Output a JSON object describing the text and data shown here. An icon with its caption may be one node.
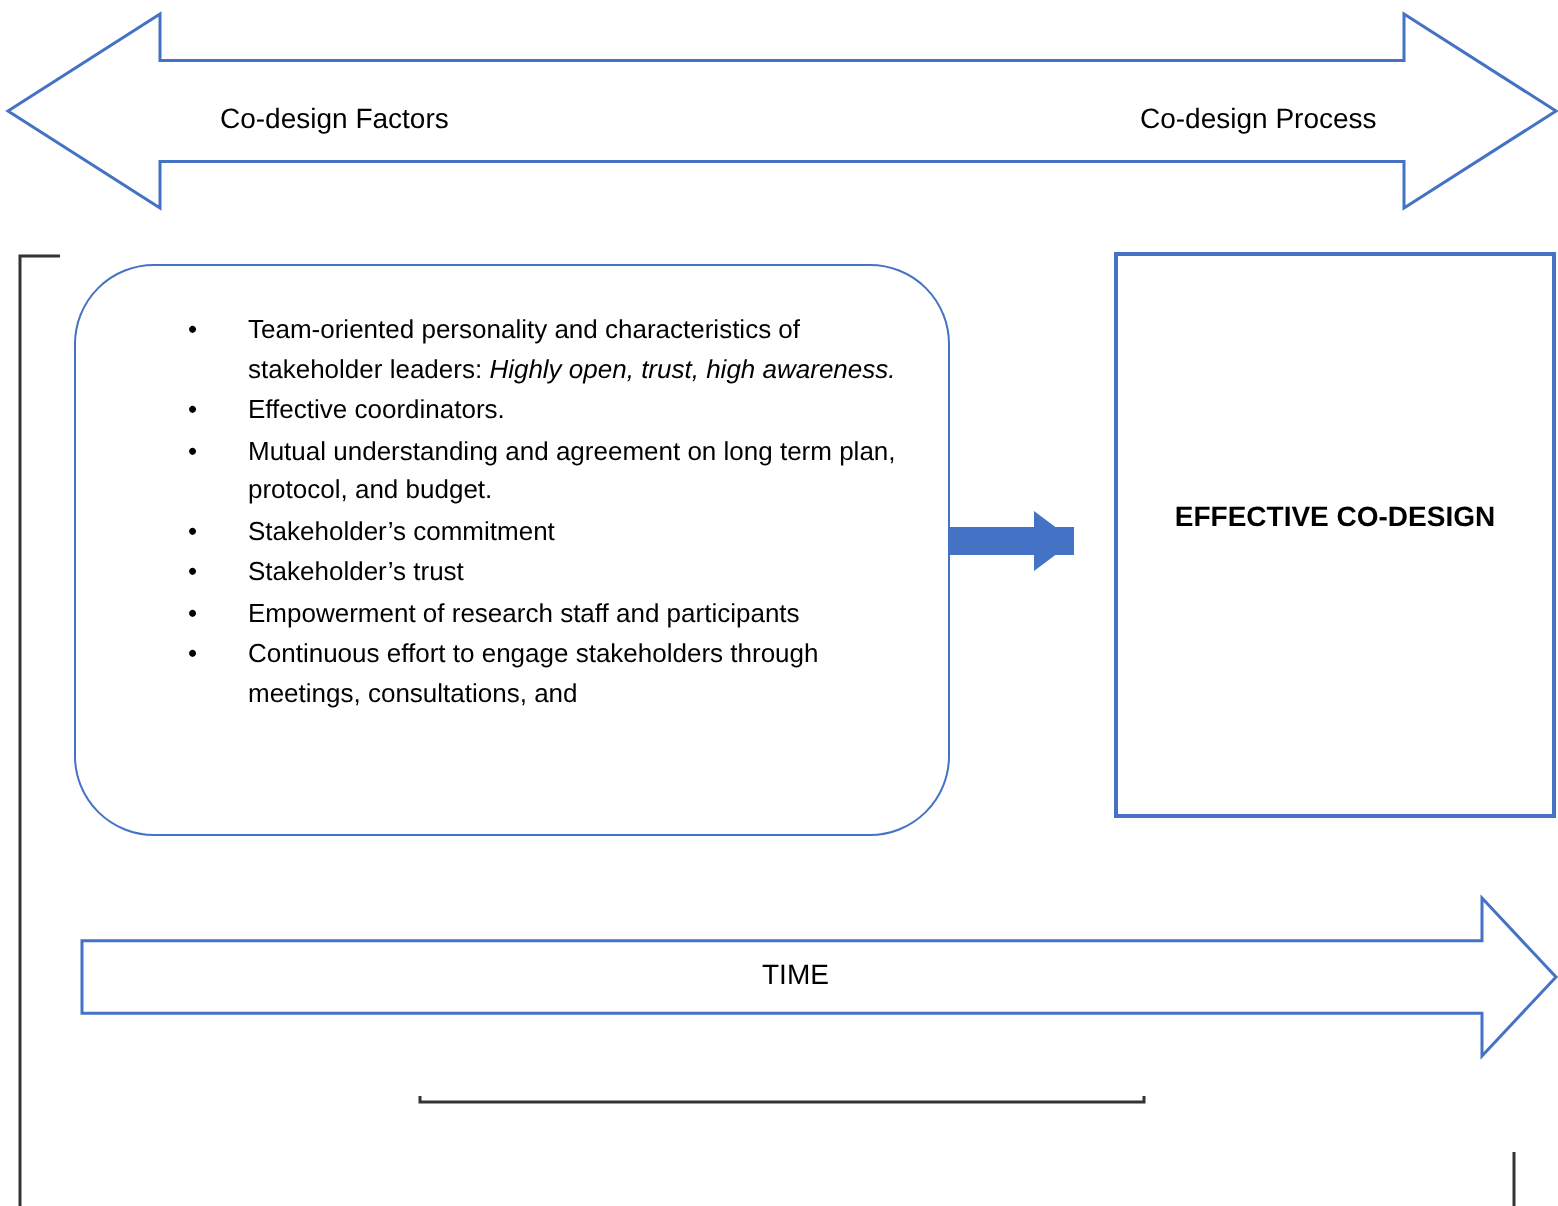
{
  "diagram": {
    "nodes": [
      {
        "text": [
          "Co-design Factors",
          "Co-design Process"
        ]
      },
      {
        "text": [
          "• Team-oriented personality and characteristics of stakeholder leaders: *Highly open, trust, high awareness.*",
          "• Effective coordinators.",
          "• Mutual understanding and agreement on long term plan, protocol, and budget.",
          "• Stakeholder’s commitment",
          "• Stakeholder’s trust",
          "• Empowerment of research staff and participants",
          "• Continuous effort to engage stakeholders through meetings, consultations, and"
        ]
      },
      {
        "text": [
          "EFFECTIVE CO-DESIGN"
        ]
      },
      {
        "text": [
          "TIME"
        ]
      }
    ],
    "edges": [
      {
        "from": 1,
        "to": 2,
        "arrow": "to"
      }
    ]
  }
}
